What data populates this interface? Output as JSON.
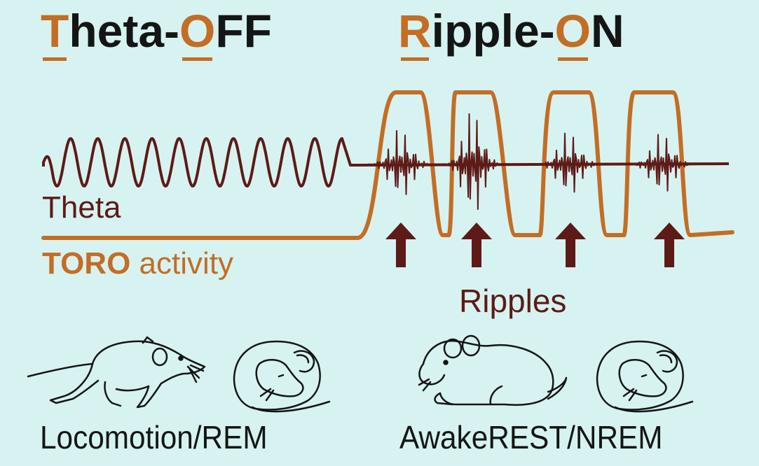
{
  "titles": {
    "left": {
      "first": "T",
      "mid": "heta-",
      "hl2": "O",
      "rest": "FF"
    },
    "right": {
      "first": "R",
      "mid": "ipple-",
      "hl2": "O",
      "rest": "N"
    }
  },
  "labels": {
    "theta": "Theta",
    "toro_bold": "TORO",
    "toro_rest": " activity",
    "ripples": "Ripples"
  },
  "states": {
    "left": "Locomotion/REM",
    "right": "AwakeREST/NREM"
  },
  "colors": {
    "background": "#d6f3f1",
    "orange": "#c46d24",
    "dark_red": "#5e1a16",
    "black": "#151515"
  },
  "icons": [
    "running-mouse-icon",
    "sleeping-mouse-icon",
    "resting-mouse-icon",
    "sleeping-mouse-icon"
  ]
}
